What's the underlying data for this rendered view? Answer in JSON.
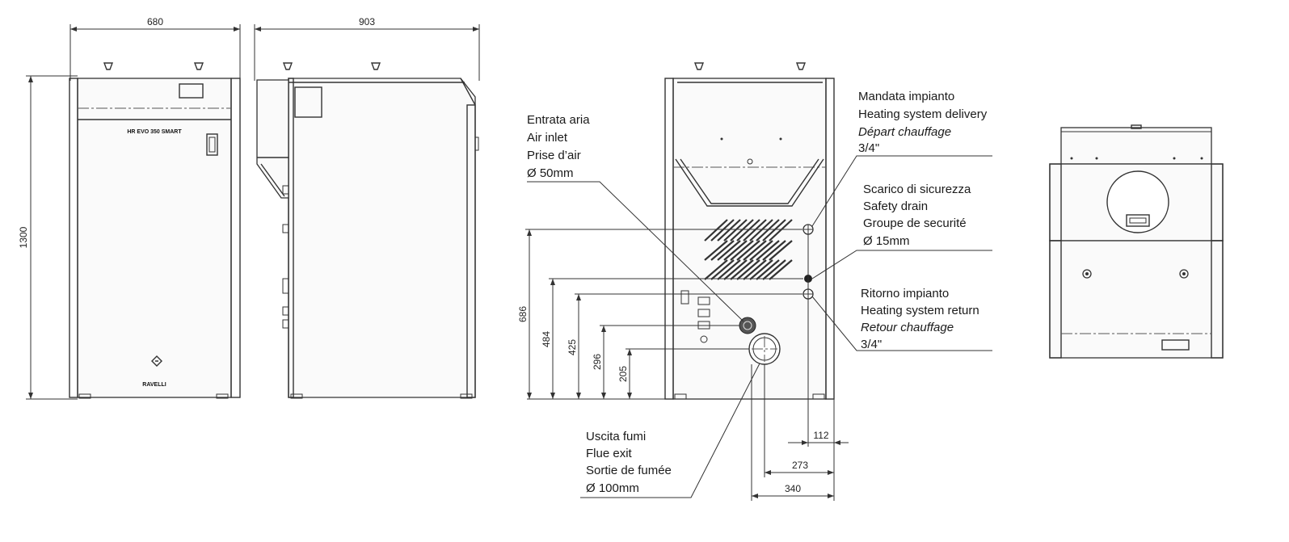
{
  "dimensions": {
    "front_width": "680",
    "side_depth": "903",
    "height": "1300",
    "rear_h_airgrid": "686",
    "rear_h_safety": "484",
    "rear_h_return": "425",
    "rear_h_airinlet": "296",
    "rear_h_flue": "205",
    "rear_w_112": "112",
    "rear_w_273": "273",
    "rear_w_340": "340"
  },
  "product": {
    "model": "HR EVO 350 SMART",
    "brand": "RAVELLI"
  },
  "labels": {
    "air_inlet": [
      "Entrata aria",
      "Air inlet",
      "Prise d’air",
      "Ø 50mm"
    ],
    "delivery": [
      "Mandata impianto",
      "Heating system delivery",
      "Départ chauffage",
      "3/4\""
    ],
    "safety": [
      "Scarico di sicurezza",
      "Safety drain",
      "Groupe de securité",
      "Ø 15mm"
    ],
    "return": [
      "Ritorno impianto",
      "Heating system return",
      "Retour chauffage",
      "3/4\""
    ],
    "flue": [
      "Uscita fumi",
      "Flue exit",
      "Sortie de fumée",
      "Ø 100mm"
    ]
  }
}
